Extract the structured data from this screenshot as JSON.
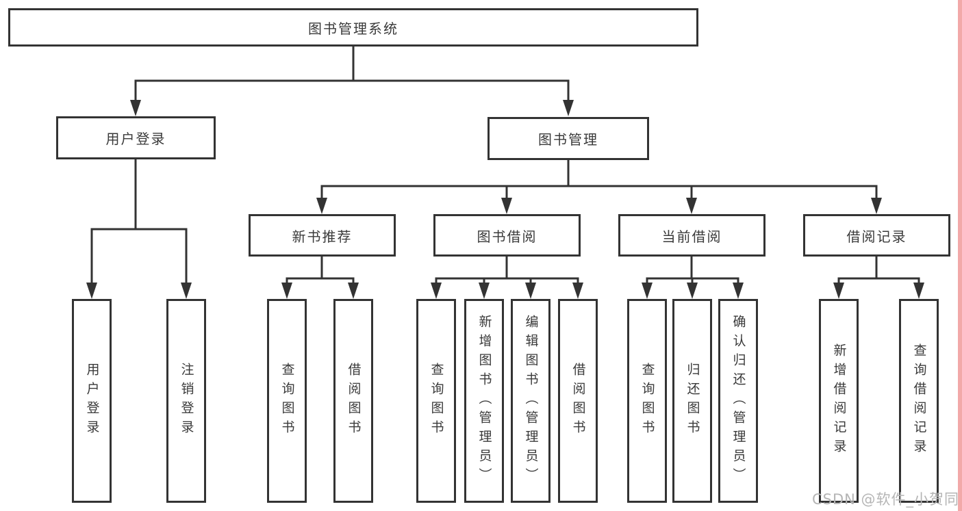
{
  "title": "图书管理系统",
  "nodes": {
    "root": "图书管理系统",
    "user_login": "用户登录",
    "book_mgmt": "图书管理",
    "new_books": "新书推荐",
    "book_borrow": "图书借阅",
    "current_borrow": "当前借阅",
    "borrow_records": "借阅记录",
    "leaf_user_login": "用户登录",
    "leaf_logout": "注销登录",
    "leaf_nb_query": "查询图书",
    "leaf_nb_borrow": "借阅图书",
    "leaf_bb_query": "查询图书",
    "leaf_bb_add": "新增图书（管理员）",
    "leaf_bb_edit": "编辑图书（管理员）",
    "leaf_bb_borrow": "借阅图书",
    "leaf_cb_query": "查询图书",
    "leaf_cb_return": "归还图书",
    "leaf_cb_confirm": "确认归还（管理员）",
    "leaf_br_add": "新增借阅记录",
    "leaf_br_query": "查询借阅记录"
  },
  "hierarchy": {
    "图书管理系统": [
      "用户登录",
      "图书管理"
    ],
    "用户登录": [
      "用户登录",
      "注销登录"
    ],
    "图书管理": [
      "新书推荐",
      "图书借阅",
      "当前借阅",
      "借阅记录"
    ],
    "新书推荐": [
      "查询图书",
      "借阅图书"
    ],
    "图书借阅": [
      "查询图书",
      "新增图书（管理员）",
      "编辑图书（管理员）",
      "借阅图书"
    ],
    "当前借阅": [
      "查询图书",
      "归还图书",
      "确认归还（管理员）"
    ],
    "借阅记录": [
      "新增借阅记录",
      "查询借阅记录"
    ]
  },
  "watermark": "CSDN @软件_小贺同学",
  "colors": {
    "line": "#333333",
    "text": "#3a3a3a",
    "background": "#ffffff",
    "watermark": "#b5b5b5",
    "edge_strip": "#f2a9a9"
  }
}
